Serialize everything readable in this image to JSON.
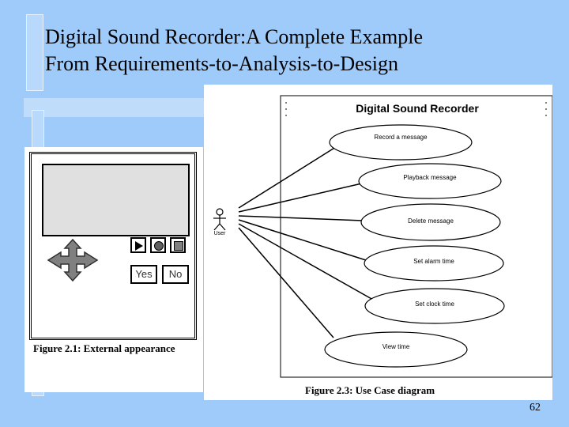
{
  "slide": {
    "title_line1": "Digital Sound Recorder:A Complete Example",
    "title_line2": "From Requirements-to-Analysis-to-Design",
    "page_number": "62"
  },
  "figure_device": {
    "caption": "Figure 2.1: External appearance",
    "yes_label": "Yes",
    "no_label": "No"
  },
  "figure_usecase": {
    "diagram_title": "Digital Sound Recorder",
    "actor_label": "User",
    "use_cases": [
      "Record a message",
      "Playback message",
      "Delete message",
      "Set alarm time",
      "Set clock time",
      "View time"
    ],
    "caption": "Figure 2.3: Use Case diagram"
  }
}
